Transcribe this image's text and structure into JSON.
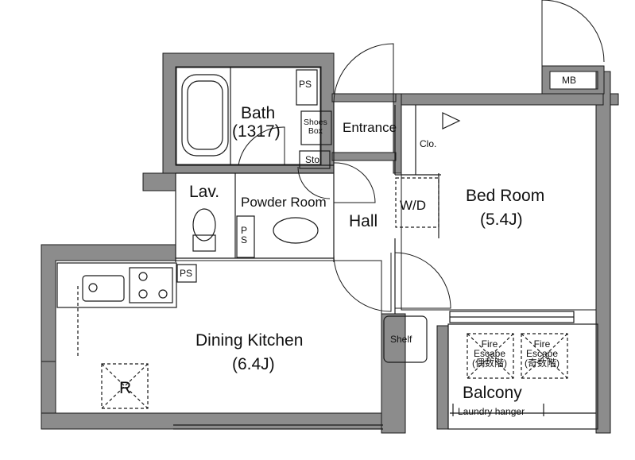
{
  "rooms": {
    "bath": {
      "name": "Bath",
      "size": "(1317)"
    },
    "powder_room": "Powder Room",
    "lavatory": "Lav.",
    "entrance": "Entrance",
    "hall": "Hall",
    "bed_room": {
      "name": "Bed Room",
      "size": "(5.4J)"
    },
    "dining_kitchen": {
      "name": "Dining Kitchen",
      "size": "(6.4J)"
    },
    "balcony": "Balcony"
  },
  "fixtures": {
    "ps_bath": "PS",
    "ps_powder": {
      "line1": "P",
      "line2": "S"
    },
    "ps_kitchen": "PS",
    "shoes_box": {
      "line1": "Shoes",
      "line2": "Box"
    },
    "storage": "Sto.",
    "closet": "Clo.",
    "washer_dryer": "W/D",
    "mb": "MB",
    "shelf": "Shelf",
    "refrigerator": "R",
    "laundry_hanger": "Laundry hanger",
    "fire_escape_left": {
      "line1": "Fire",
      "line2": "Escape",
      "line3": "(偶数階)"
    },
    "fire_escape_right": {
      "line1": "Fire",
      "line2": "Escape",
      "line3": "(奇数階)"
    }
  },
  "colors": {
    "wall": "#8c8c8c",
    "line": "#1a1a1a",
    "floor": "#ffffff"
  }
}
